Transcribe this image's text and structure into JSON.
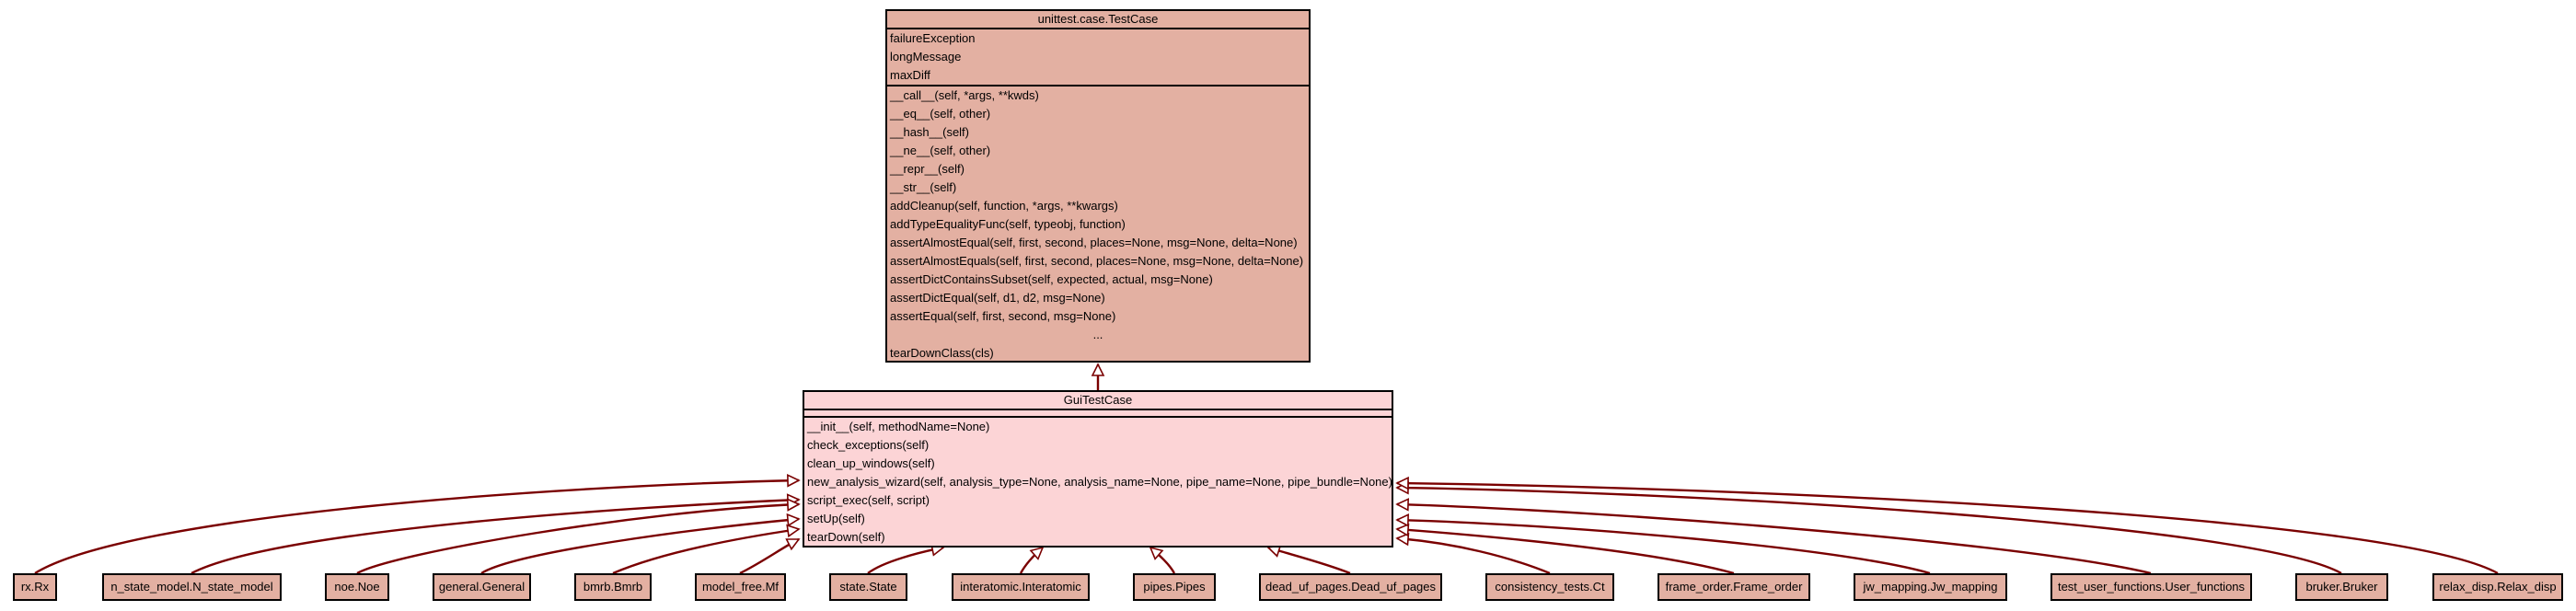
{
  "base_class": {
    "name": "unittest.case.TestCase",
    "attributes": [
      "failureException",
      "longMessage",
      "maxDiff"
    ],
    "methods": [
      "__call__(self, *args, **kwds)",
      "__eq__(self, other)",
      "__hash__(self)",
      "__ne__(self, other)",
      "__repr__(self)",
      "__str__(self)",
      "addCleanup(self, function, *args, **kwargs)",
      "addTypeEqualityFunc(self, typeobj, function)",
      "assertAlmostEqual(self, first, second, places=None, msg=None, delta=None)",
      "assertAlmostEquals(self, first, second, places=None, msg=None, delta=None)",
      "assertDictContainsSubset(self, expected, actual, msg=None)",
      "assertDictEqual(self, d1, d2, msg=None)",
      "assertEqual(self, first, second, msg=None)"
    ],
    "ellipsis": "...",
    "last_method": "tearDownClass(cls)"
  },
  "gui_class": {
    "name": "GuiTestCase",
    "methods": [
      "__init__(self, methodName=None)",
      "check_exceptions(self)",
      "clean_up_windows(self)",
      "new_analysis_wizard(self, analysis_type=None, analysis_name=None, pipe_name=None, pipe_bundle=None)",
      "script_exec(self, script)",
      "setUp(self)",
      "tearDown(self)"
    ]
  },
  "subclasses": [
    "rx.Rx",
    "n_state_model.N_state_model",
    "noe.Noe",
    "general.General",
    "bmrb.Bmrb",
    "model_free.Mf",
    "state.State",
    "interatomic.Interatomic",
    "pipes.Pipes",
    "dead_uf_pages.Dead_uf_pages",
    "consistency_tests.Ct",
    "frame_order.Frame_order",
    "jw_mapping.Jw_mapping",
    "test_user_functions.User_functions",
    "bruker.Bruker",
    "relax_disp.Relax_disp"
  ],
  "colors": {
    "base_fill": "#e3b0a2",
    "gui_fill": "#fcd4d6",
    "leaf_fill": "#e3b0a2",
    "edge": "#7a0000"
  }
}
